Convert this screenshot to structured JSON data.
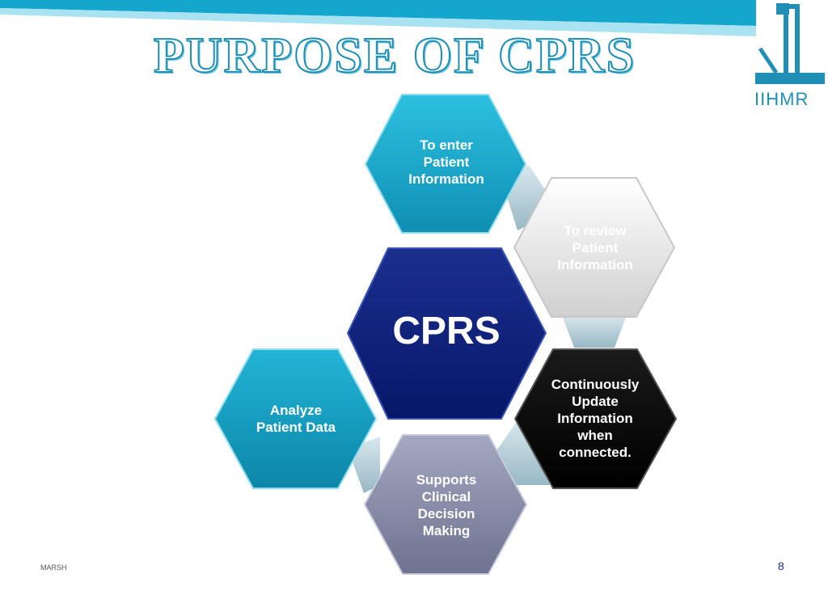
{
  "slide": {
    "title": "PURPOSE OF CPRS",
    "logo_text": "IIHMR",
    "footer_left": "MARSH",
    "page_number": "8"
  },
  "hexagons": [
    {
      "id": "top",
      "label": "To enter\nPatient\nInformation",
      "fill": "#1aa6c8",
      "text_color": "#ffffff"
    },
    {
      "id": "right-top",
      "label": "To review\nPatient\nInformation",
      "fill": "#e8e8e8",
      "text_color": "#ffffff"
    },
    {
      "id": "center",
      "label": "CPRS",
      "fill": "#0a1f7a",
      "text_color": "#ffffff"
    },
    {
      "id": "right-bottom",
      "label": "Continuously\nUpdate\nInformation\nwhen\nconnected.",
      "fill": "#000000",
      "text_color": "#ffffff"
    },
    {
      "id": "bottom",
      "label": "Supports\nClinical\nDecision\nMaking",
      "fill": "#8a8fa8",
      "text_color": "#ffffff"
    },
    {
      "id": "left",
      "label": "Analyze\nPatient Data",
      "fill": "#1593b5",
      "text_color": "#ffffff"
    }
  ],
  "colors": {
    "accent": "#1f8fb5",
    "band_dark": "#14a6cc",
    "band_light": "#a9e2f0",
    "connector": "#a7c6d0"
  }
}
